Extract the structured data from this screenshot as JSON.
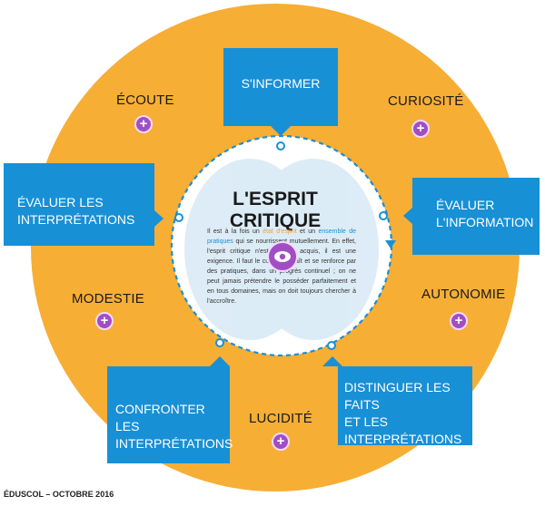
{
  "title": "L'ESPRIT CRITIQUE",
  "paragraph": {
    "p1": "Il est à la fois un ",
    "term1": "état d'esprit",
    "p2": " et un ",
    "term2": "ensemble de pratiques",
    "p3": " qui se nourrissent mutuellement. En effet, l'esprit critique n'est pas un acquis, il est une exigence. Il faut le cultiver. Il naît et se renforce par des pratiques, dans un progrès continuel ; on ne peut jamais prétendre le posséder parfaitement et en tous domaines, mais on doit toujours chercher à l'accroître."
  },
  "boxes": {
    "sinformer": "S'INFORMER",
    "evaluer_interp": [
      "ÉVALUER LES",
      "INTERPRÉTATIONS"
    ],
    "evaluer_info": [
      "ÉVALUER",
      "L'INFORMATION"
    ],
    "confronter": [
      "CONFRONTER LES",
      "INTERPRÉTATIONS"
    ],
    "distinguer": [
      "DISTINGUER LES FAITS",
      "ET LES",
      "INTERPRÉTATIONS"
    ]
  },
  "qualities": {
    "ecoute": "ÉCOUTE",
    "curiosite": "CURIOSITÉ",
    "modestie": "MODESTIE",
    "autonomie": "AUTONOMIE",
    "lucidite": "LUCIDITÉ"
  },
  "plus_symbol": "+",
  "footer": "ÉDUSCOL – OCTOBRE 2016",
  "colors": {
    "ring": "#f6ae35",
    "box": "#1890d6",
    "plus": "#a14ec5",
    "dashed": "#1890d6"
  },
  "icons": {
    "center": "eye-icon",
    "plus": "plus-icon",
    "background": "brain-icon"
  }
}
